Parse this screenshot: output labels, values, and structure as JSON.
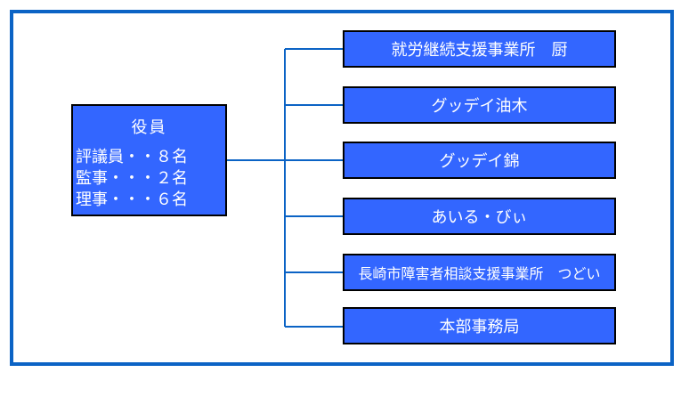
{
  "colors": {
    "box_fill": "#3366FF",
    "box_border": "#000000",
    "box_text": "#FFFFFF",
    "connector": "#0B63C5",
    "frame_border": "#0B63C5",
    "canvas_background": "#FFFFFF"
  },
  "root_box": {
    "title": "役員",
    "lines": [
      "評議員・・８名",
      "監事・・・２名",
      "理事・・・６名"
    ]
  },
  "branch_boxes": [
    {
      "label": "就労継続支援事業所　厨"
    },
    {
      "label": "グッデイ油木"
    },
    {
      "label": "グッデイ錦"
    },
    {
      "label": "あいる・びぃ"
    },
    {
      "label": "長崎市障害者相談支援事業所　つどい"
    },
    {
      "label": "本部事務局"
    }
  ]
}
